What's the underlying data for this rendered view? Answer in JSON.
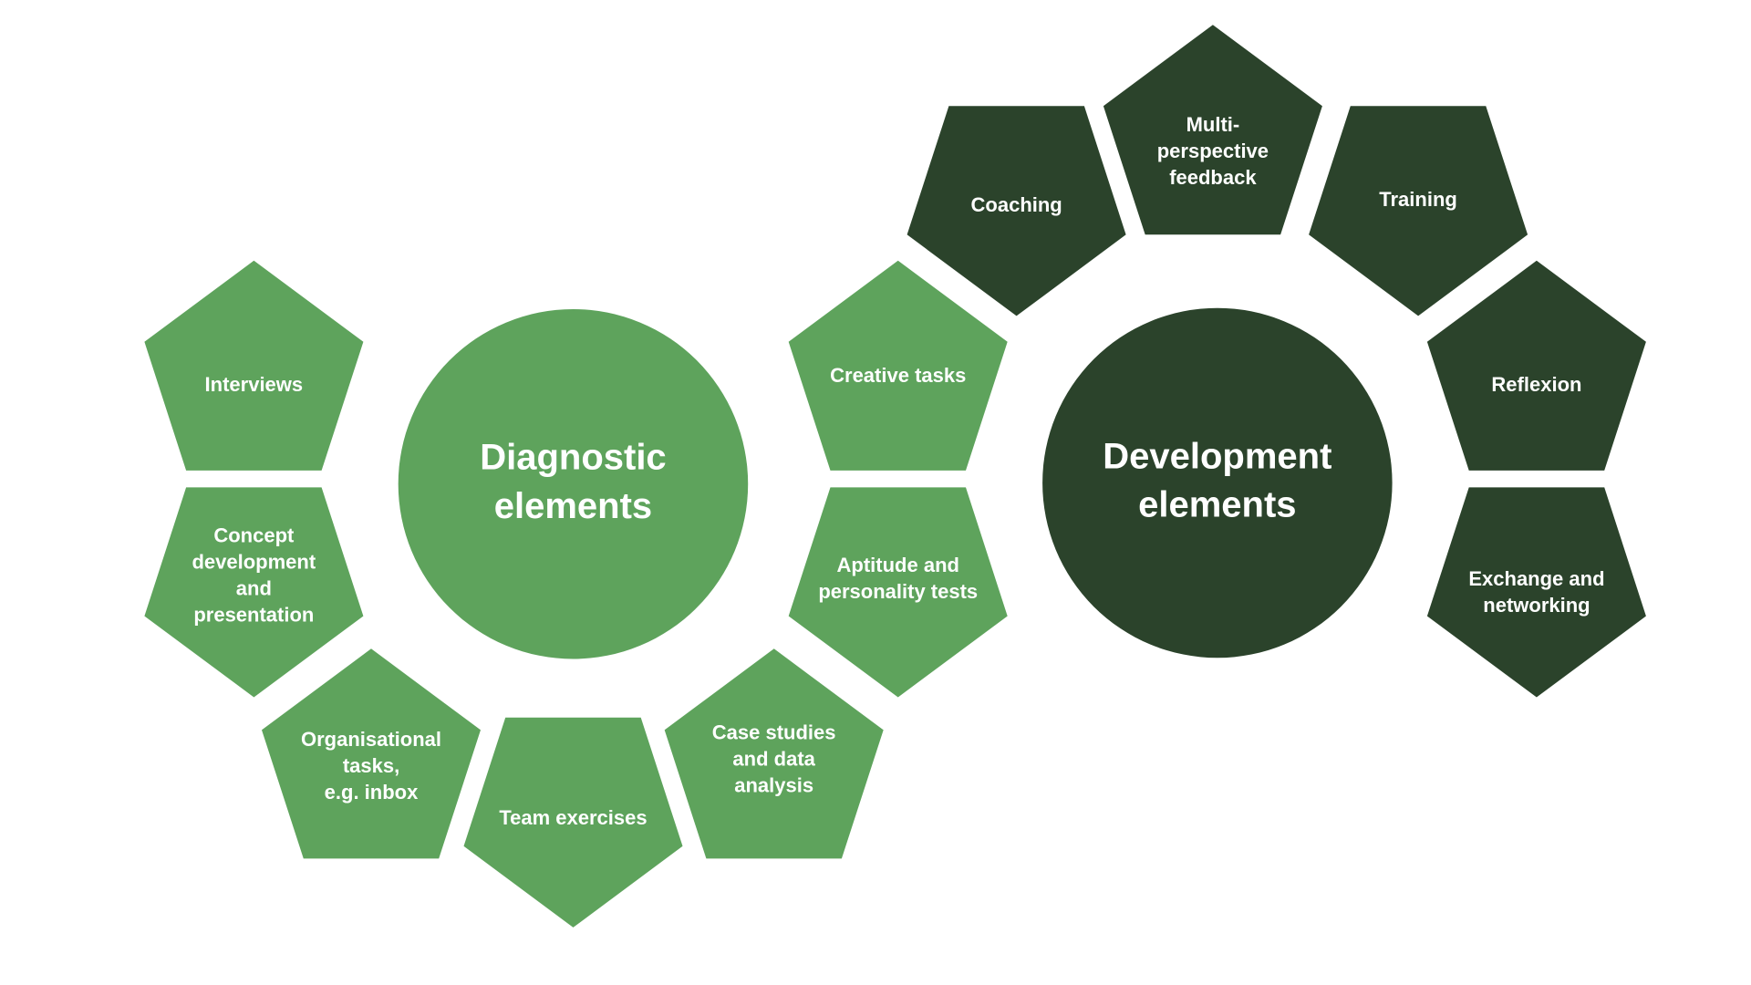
{
  "colors": {
    "diagnostic": "#5ea35c",
    "development": "#2b432b",
    "text": "#ffffff",
    "background": "#ffffff"
  },
  "diagnostic": {
    "title": [
      "Diagnostic",
      "elements"
    ],
    "items": [
      {
        "lines": [
          "Interviews"
        ]
      },
      {
        "lines": [
          "Concept",
          "development",
          "and",
          "presentation"
        ]
      },
      {
        "lines": [
          "Organisational",
          "tasks,",
          "e.g. inbox"
        ]
      },
      {
        "lines": [
          "Team exercises"
        ]
      },
      {
        "lines": [
          "Case studies",
          "and data",
          "analysis"
        ]
      },
      {
        "lines": [
          "Aptitude and",
          "personality tests"
        ]
      },
      {
        "lines": [
          "Creative tasks"
        ]
      }
    ]
  },
  "development": {
    "title": [
      "Development",
      "elements"
    ],
    "items": [
      {
        "lines": [
          "Coaching"
        ]
      },
      {
        "lines": [
          "Multi-",
          "perspective",
          "feedback"
        ]
      },
      {
        "lines": [
          "Training"
        ]
      },
      {
        "lines": [
          "Reflexion"
        ]
      },
      {
        "lines": [
          "Exchange and",
          "networking"
        ]
      }
    ]
  }
}
